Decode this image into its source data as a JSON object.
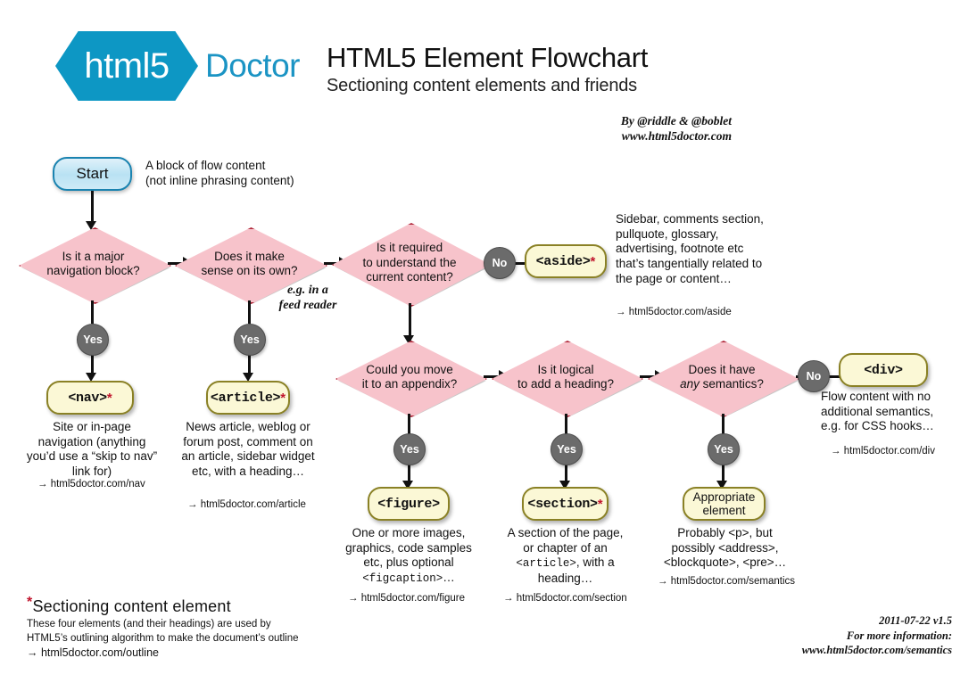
{
  "header": {
    "logo_html5": "html5",
    "logo_doctor": "Doctor",
    "title": "HTML5 Element Flowchart",
    "subtitle": "Sectioning content elements and friends",
    "byline_authors": "By @riddle & @boblet",
    "byline_site": "www.html5doctor.com"
  },
  "nodes": {
    "start": {
      "label": "Start",
      "note_line1": "A block of flow content",
      "note_line2": "(not inline phrasing content)"
    },
    "q_nav": {
      "line1": "Is it a major",
      "line2": "navigation block?"
    },
    "q_sense": {
      "line1": "Does it make",
      "line2": "sense on its own?",
      "side_note_line1": "e.g. in a",
      "side_note_line2": "feed reader"
    },
    "q_required": {
      "line1": "Is it required",
      "line2": "to understand the",
      "line3": "current content?"
    },
    "q_appendix": {
      "line1": "Could you move",
      "line2": "it to an appendix?"
    },
    "q_heading": {
      "line1": "Is it logical",
      "line2": "to add a heading?"
    },
    "q_semantics": {
      "line1": "Does it have",
      "line2_italic": "any",
      "line2_rest": " semantics?"
    }
  },
  "results": {
    "nav": {
      "code": "<nav>",
      "starred": true,
      "desc": "Site or in-page navigation (anything you’d use a “skip to nav” link for)",
      "link": "→ html5doctor.com/nav"
    },
    "article": {
      "code": "<article>",
      "starred": true,
      "desc": "News article, weblog or forum post, comment on an article, sidebar widget etc, with a heading…",
      "link": "→ html5doctor.com/article"
    },
    "aside": {
      "code": "<aside>",
      "starred": true,
      "desc": "Sidebar, comments section, pullquote, glossary, advertising, footnote etc that’s tangentially related to the page or content…",
      "link": "→ html5doctor.com/aside"
    },
    "figure": {
      "code": "<figure>",
      "starred": false,
      "desc_line1": "One or more images,",
      "desc_line2": "graphics, code samples",
      "desc_line3": "etc, plus optional",
      "desc_mono": "<figcaption>",
      "desc_tail": "…",
      "link": "→ html5doctor.com/figure"
    },
    "section": {
      "code": "<section>",
      "starred": true,
      "desc_line1": "A section of the page,",
      "desc_line2": "or chapter of an",
      "desc_mono": "<article>",
      "desc_line3_rest": ", with a",
      "desc_line4": "heading…",
      "link": "→ html5doctor.com/section"
    },
    "div": {
      "code": "<div>",
      "starred": false,
      "desc_line1": "Flow content with no",
      "desc_line2": "additional semantics,",
      "desc_line3": "e.g. for CSS hooks…",
      "link": "→ html5doctor.com/div"
    },
    "appropriate": {
      "label_line1": "Appropriate",
      "label_line2": "element",
      "desc_line1": "Probably <p>, but",
      "desc_line2": "possibly <address>,",
      "desc_line3": "<blockquote>, <pre>…",
      "link": "→ html5doctor.com/semantics"
    }
  },
  "badges": {
    "yes": "Yes",
    "no": "No"
  },
  "legend": {
    "star": "*",
    "title": "Sectioning content element",
    "body_line1": "These four elements (and their headings) are used by",
    "body_line2": "HTML5’s outlining algorithm to make the document’s outline",
    "link": "→ html5doctor.com/outline"
  },
  "footer": {
    "version": "2011-07-22 v1.5",
    "more_info": "For more information:",
    "url": "www.html5doctor.com/semantics"
  },
  "colors": {
    "brand_blue": "#0d97c4",
    "diamond_fill": "#f7c3cb",
    "diamond_border": "#b02a3c",
    "element_fill": "#fbf8d6",
    "element_border": "#8a8125",
    "badge_gray": "#6b6b6b",
    "star_red": "#c0142c",
    "start_border": "#1a83b0"
  }
}
